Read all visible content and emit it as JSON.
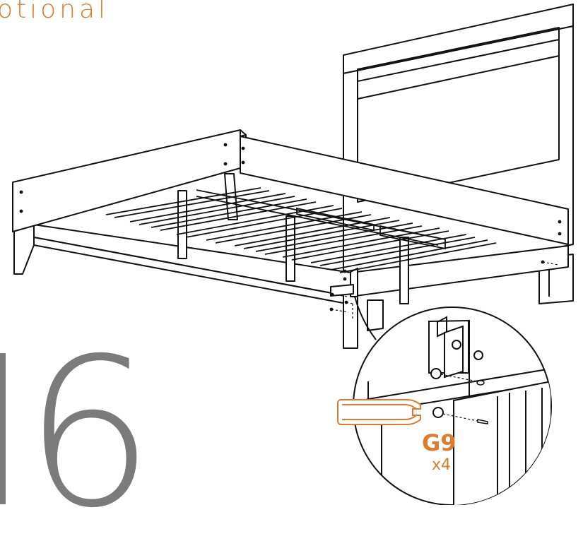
{
  "header": {
    "title_fragment": "otional"
  },
  "step": {
    "number": "6"
  },
  "hardware": {
    "part_code": "G9",
    "quantity": "x4"
  },
  "colors": {
    "accent": "#e07b2d",
    "step_gray": "#7b7b7b",
    "line": "#111111"
  },
  "icons": {
    "wrench": "wrench-icon",
    "bolt": "bolt-icon",
    "bed": "bed-frame-illustration"
  }
}
